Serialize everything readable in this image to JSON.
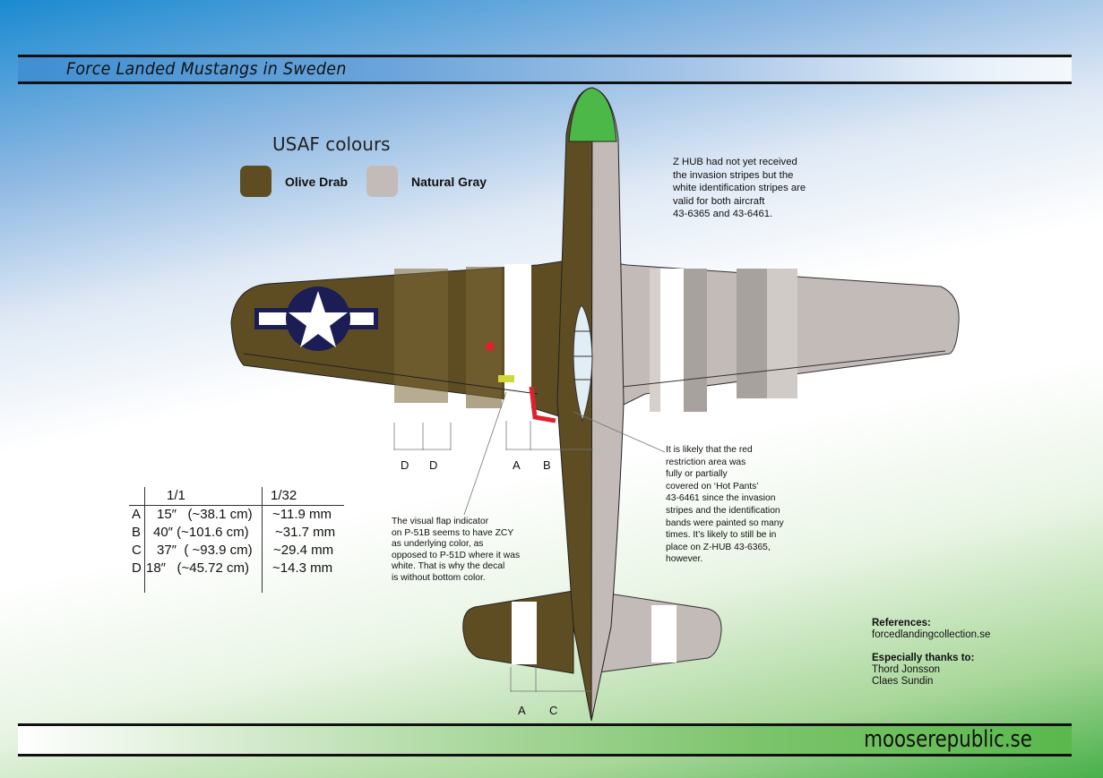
{
  "header": {
    "title": "Force Landed Mustangs in Sweden"
  },
  "colours": {
    "title": "USAF colours",
    "items": [
      {
        "label": "Olive Drab",
        "hex": "#5e4d22"
      },
      {
        "label": "Natural Gray",
        "hex": "#c3bbb8"
      }
    ]
  },
  "notes": {
    "zhub": "Z HUB had not yet received\nthe invasion stripes but the\nwhite identification stripes are\nvalid for both aircraft\n43-6365 and 43-6461.",
    "flap": "The visual flap indicator\non P-51B seems to have ZCY\nas underlying color, as\nopposed to P-51D where it was\nwhite. That is why the decal\nis without bottom color.",
    "restriction": "It is likely that the red\nrestriction area was\nfully or partially\ncovered on ‘Hot Pants’\n43-6461 since the invasion\nstripes and the identification\nbands were painted so many\ntimes. It’s likely to still be in\nplace on Z-HUB 43-6365,\nhowever."
  },
  "dimension_table": {
    "headers": [
      "1/1",
      "1/32"
    ],
    "rows": [
      {
        "key": "A",
        "full": "15″   (~38.1 cm)",
        "scale": "~11.9 mm"
      },
      {
        "key": "B",
        "full": "40″ (~101.6 cm)",
        "scale": "~31.7 mm"
      },
      {
        "key": "C",
        "full": "37″  ( ~93.9 cm)",
        "scale": "~29.4 mm"
      },
      {
        "key": "D",
        "full": "18″   (~45.72 cm)",
        "scale": "~14.3 mm"
      }
    ]
  },
  "dimension_labels": {
    "wing": [
      "D",
      "D",
      "A",
      "B"
    ],
    "tail": [
      "A",
      "C"
    ]
  },
  "references": {
    "heading": "References:",
    "source": "forcedlandingcollection.se",
    "thanks_heading": "Especially thanks to:",
    "names": [
      "Thord Jonsson",
      "Claes Sundin"
    ]
  },
  "footer": {
    "site": "mooserepublic.se"
  },
  "palette": {
    "olive": "#5e4d22",
    "olive_light": "#7a6838",
    "gray": "#c3bbb8",
    "gray_dark": "#a8a29f",
    "spinner": "#4cb848",
    "roundel_blue": "#1c1d55",
    "red": "#e0202e",
    "canopy": "#e2eef6"
  }
}
